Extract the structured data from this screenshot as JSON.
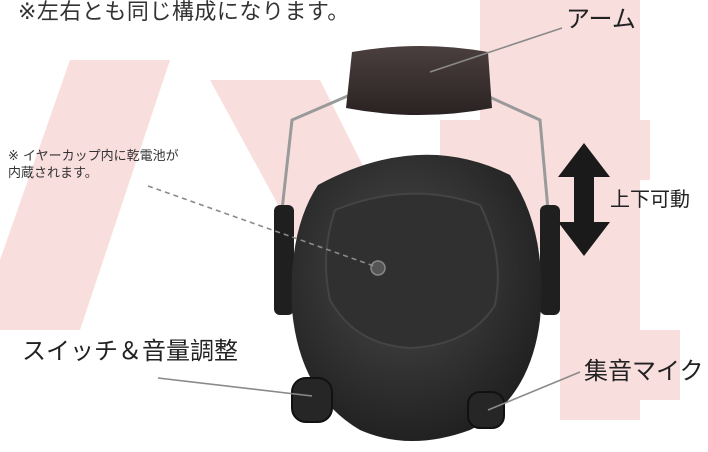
{
  "note": "※左右とも同じ構成になります。",
  "labels": {
    "arm": "アーム",
    "battery_line1": "※ イヤーカップ内に乾電池が",
    "battery_line2": "内蔵されます。",
    "up_down": "上下可動",
    "switch_volume": "スイッチ＆音量調整",
    "microphone": "集音マイク"
  },
  "colors": {
    "watermark": "#f8dedd",
    "earmuff_body": "#2b2b2b",
    "headband_pad": "#3a3030",
    "arrow": "#1a1a1a",
    "leader_line": "#8a8a8a"
  },
  "icons": {
    "up_down_arrow": "double-headed-vertical-arrow-icon"
  }
}
